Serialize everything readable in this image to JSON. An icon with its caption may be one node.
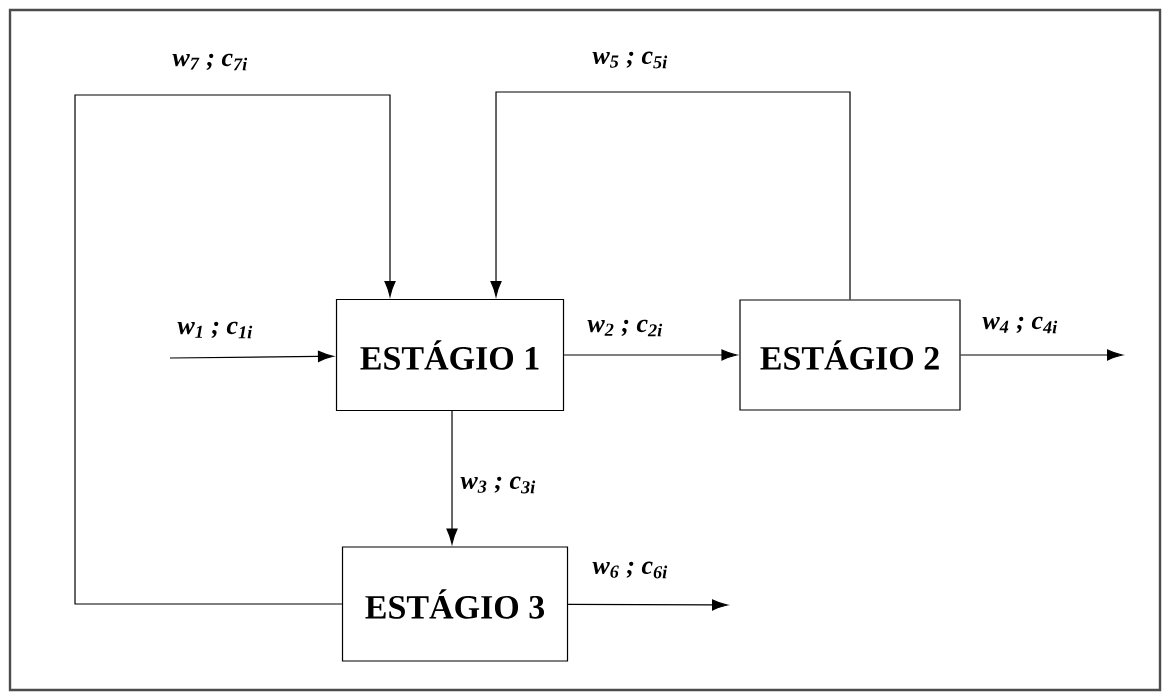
{
  "diagram": {
    "nodes": [
      {
        "text": [
          "ESTÁGIO 1"
        ]
      },
      {
        "text": [
          "ESTÁGIO 2"
        ]
      },
      {
        "text": [
          "ESTÁGIO 3"
        ]
      }
    ],
    "edges": [
      {
        "from": null,
        "to": 0,
        "arrow": "to",
        "label": "w$_{1}$ ; c$_{1i}$"
      },
      {
        "from": 0,
        "to": 1,
        "arrow": "to",
        "label": "w$_{2}$ ; c$_{2i}$"
      },
      {
        "from": 1,
        "to": null,
        "arrow": "to",
        "label": "w$_{4}$ ; c$_{4i}$"
      },
      {
        "from": 0,
        "to": 2,
        "arrow": "to",
        "label": "w$_{3}$ ; c$_{3i}$"
      },
      {
        "from": 2,
        "to": null,
        "arrow": "to",
        "label": "w$_{6}$ ; c$_{6i}$"
      },
      {
        "from": 1,
        "to": 0,
        "arrow": "to",
        "label": "w$_{5}$ ; c$_{5i}$"
      },
      {
        "from": 2,
        "to": 0,
        "arrow": "to",
        "label": "w$_{7}$ ; c$_{7i}$"
      }
    ]
  }
}
